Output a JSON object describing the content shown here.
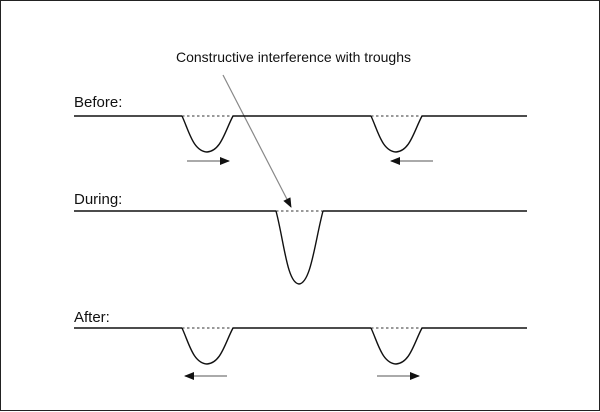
{
  "annotation": {
    "text": "Constructive interference with troughs"
  },
  "panels": [
    {
      "label": "Before:"
    },
    {
      "label": "During:"
    },
    {
      "label": "After:"
    }
  ],
  "colors": {
    "line": "#111111",
    "arrow": "#777777",
    "pointer": "#888888"
  }
}
